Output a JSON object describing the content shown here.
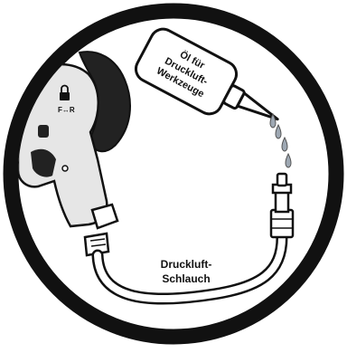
{
  "oil_bottle": {
    "label_lines": [
      "Öl für",
      "Druckluft-",
      "Werkzeuge"
    ]
  },
  "tool": {
    "direction_marking": "F↔R"
  },
  "hose": {
    "label_lines": [
      "Druckluft-",
      "Schlauch"
    ]
  },
  "colors": {
    "ink": "#111111",
    "tool_body": "#e6e6e6",
    "tool_dark": "#222222",
    "oil_drop": "#9ea8b3",
    "background": "#ffffff"
  }
}
